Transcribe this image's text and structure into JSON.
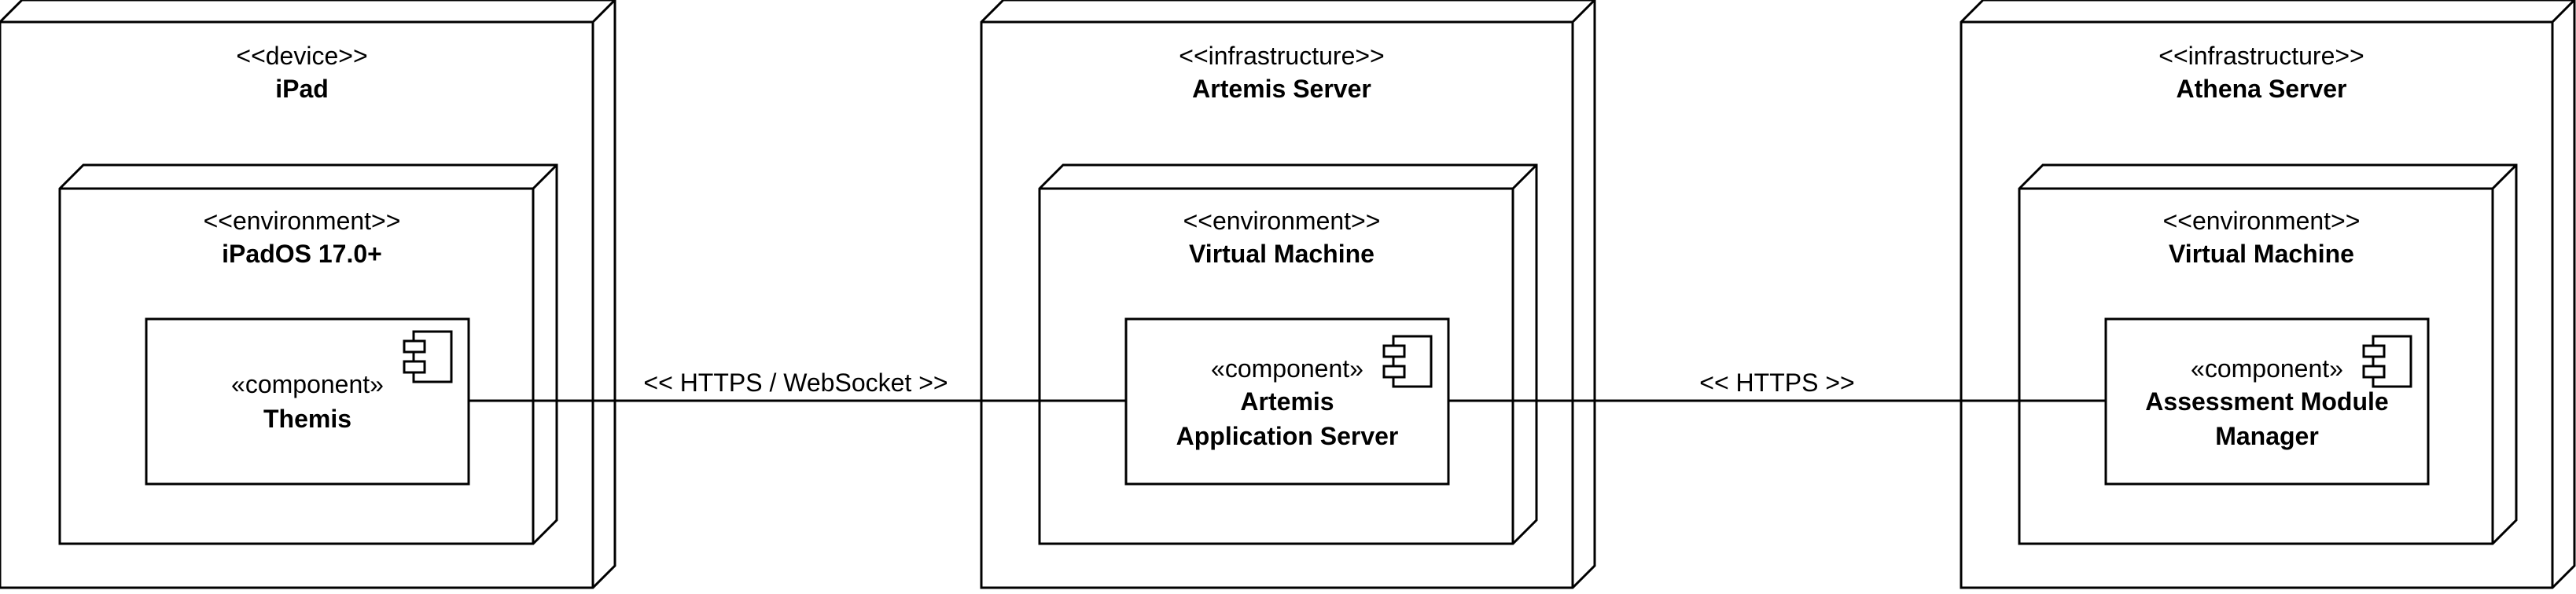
{
  "nodes": {
    "ipad": {
      "stereotype": "<<device>>",
      "name": "iPad",
      "environment": {
        "stereotype": "<<environment>>",
        "name": "iPadOS 17.0+",
        "component": {
          "stereotype": "«component»",
          "name_lines": [
            "Themis"
          ]
        }
      }
    },
    "artemis": {
      "stereotype": "<<infrastructure>>",
      "name": "Artemis Server",
      "environment": {
        "stereotype": "<<environment>>",
        "name": "Virtual Machine",
        "component": {
          "stereotype": "«component»",
          "name_lines": [
            "Artemis",
            "Application Server"
          ]
        }
      }
    },
    "athena": {
      "stereotype": "<<infrastructure>>",
      "name": "Athena Server",
      "environment": {
        "stereotype": "<<environment>>",
        "name": "Virtual Machine",
        "component": {
          "stereotype": "«component»",
          "name_lines": [
            "Assessment Module",
            "Manager"
          ]
        }
      }
    }
  },
  "connections": [
    {
      "label": "<< HTTPS / WebSocket >>"
    },
    {
      "label": "<< HTTPS >>"
    }
  ],
  "icons": {
    "component": "uml-component-icon"
  },
  "colors": {
    "stroke": "#000000",
    "fill": "#ffffff"
  }
}
